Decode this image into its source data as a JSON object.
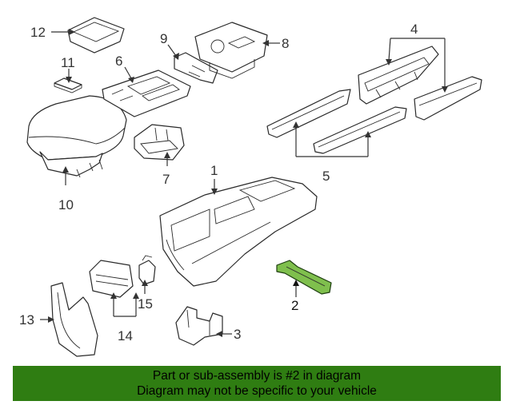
{
  "callouts": {
    "c1": "1",
    "c2": "2",
    "c3": "3",
    "c4": "4",
    "c5": "5",
    "c6": "6",
    "c7": "7",
    "c8": "8",
    "c9": "9",
    "c10": "10",
    "c11": "11",
    "c12": "12",
    "c13": "13",
    "c14": "14",
    "c15": "15"
  },
  "highlight": {
    "part_number": "2",
    "color": "#7fbf4d"
  },
  "banner": {
    "line1": "Part or sub-assembly is #2 in diagram",
    "line2": "Diagram may not be specific to your vehicle",
    "background": "#2f7d12"
  }
}
